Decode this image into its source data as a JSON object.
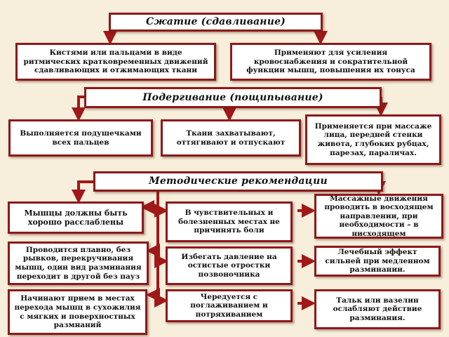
{
  "section1": {
    "header": "Сжатие (сдавливание)",
    "left": "Кистями или пальцами в виде ритмических кратковременных движений сдавливающих и отжимающих ткани",
    "right": "Применяют для усиления кровоснабжения и сократительной функции мышц, повышения их тонуса"
  },
  "section2": {
    "header": "Подергивание (пощипывание)",
    "left": "Выполняется подушечками всех пальцев",
    "center": "Ткани захватывают, оттягивают и отпускают",
    "right": "Применяется при массаже лица, передней стенки живота, глубоких рубцах, парезах, параличах."
  },
  "section3": {
    "header": "Методические рекомендации",
    "left": [
      "Мышцы должны быть хорошо расслаблены",
      "Проводится плавно, без рывков, перекручивания мышц, один вид разминания переходит в другой без пауз",
      "Начинают прием в местах перехода мышц в сухожилия с мягких и поверхностных размнаний"
    ],
    "center": [
      "В чувствительных и болезненных местах не причинять боли",
      "Избегать давление на остистые отростки позвоночника",
      "Чередуется с поглаживанием и потряхиванием"
    ],
    "right": [
      "Массажные движения проводить в восходящем направлении, при необходимости – в нисходящем",
      "Лечебный эффект сильней при медленном разминании.",
      "Тальк или вазелин ослабляют действие разминания."
    ]
  },
  "colors": {
    "border": "#8b1a1a",
    "arrow": "#a01818",
    "background": "#f7eedc"
  }
}
